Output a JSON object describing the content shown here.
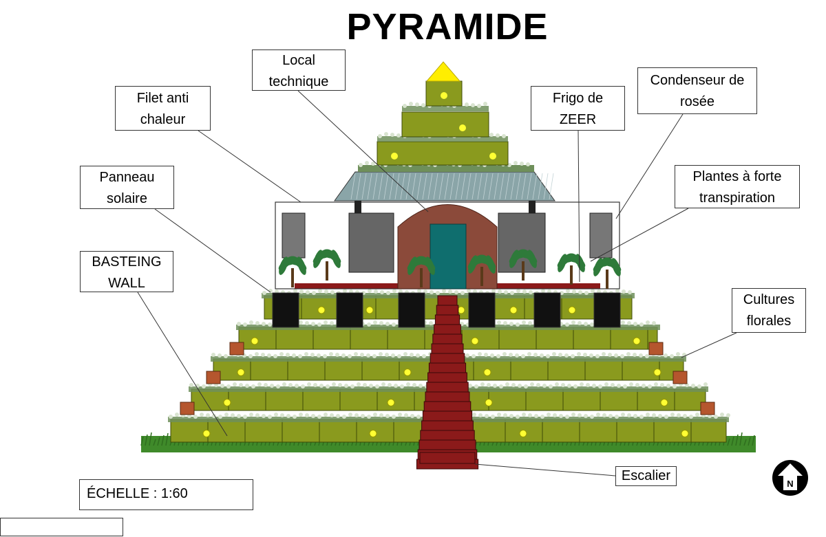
{
  "title": "PYRAMIDE",
  "labels": {
    "local_technique": [
      "Local",
      "technique"
    ],
    "filet_anti_chaleur": [
      "Filet anti",
      "chaleur"
    ],
    "frigo_zeer": [
      "Frigo de",
      "ZEER"
    ],
    "condenseur": [
      "Condenseur de",
      "rosée"
    ],
    "panneau_solaire": [
      "Panneau",
      "solaire"
    ],
    "plantes": [
      "Plantes à forte",
      "transpiration"
    ],
    "basteing_wall": [
      "BASTEING",
      "WALL"
    ],
    "cultures_florales": [
      "Cultures",
      "florales"
    ],
    "escalier": "Escalier"
  },
  "scale_label": "ÉCHELLE :  1:60",
  "north_letter": "N",
  "colors": {
    "block": "#8a9a1e",
    "block_dark": "#6f7d14",
    "stair": "#8b1a1a",
    "roof": "#8aa5a8",
    "dome": "#8b4a3a",
    "door": "#0f6e6e",
    "apex": "#ffee00",
    "light": "#ffff33",
    "panel": "#111111",
    "tank": "#666666",
    "grass": "#3f8a2a"
  }
}
